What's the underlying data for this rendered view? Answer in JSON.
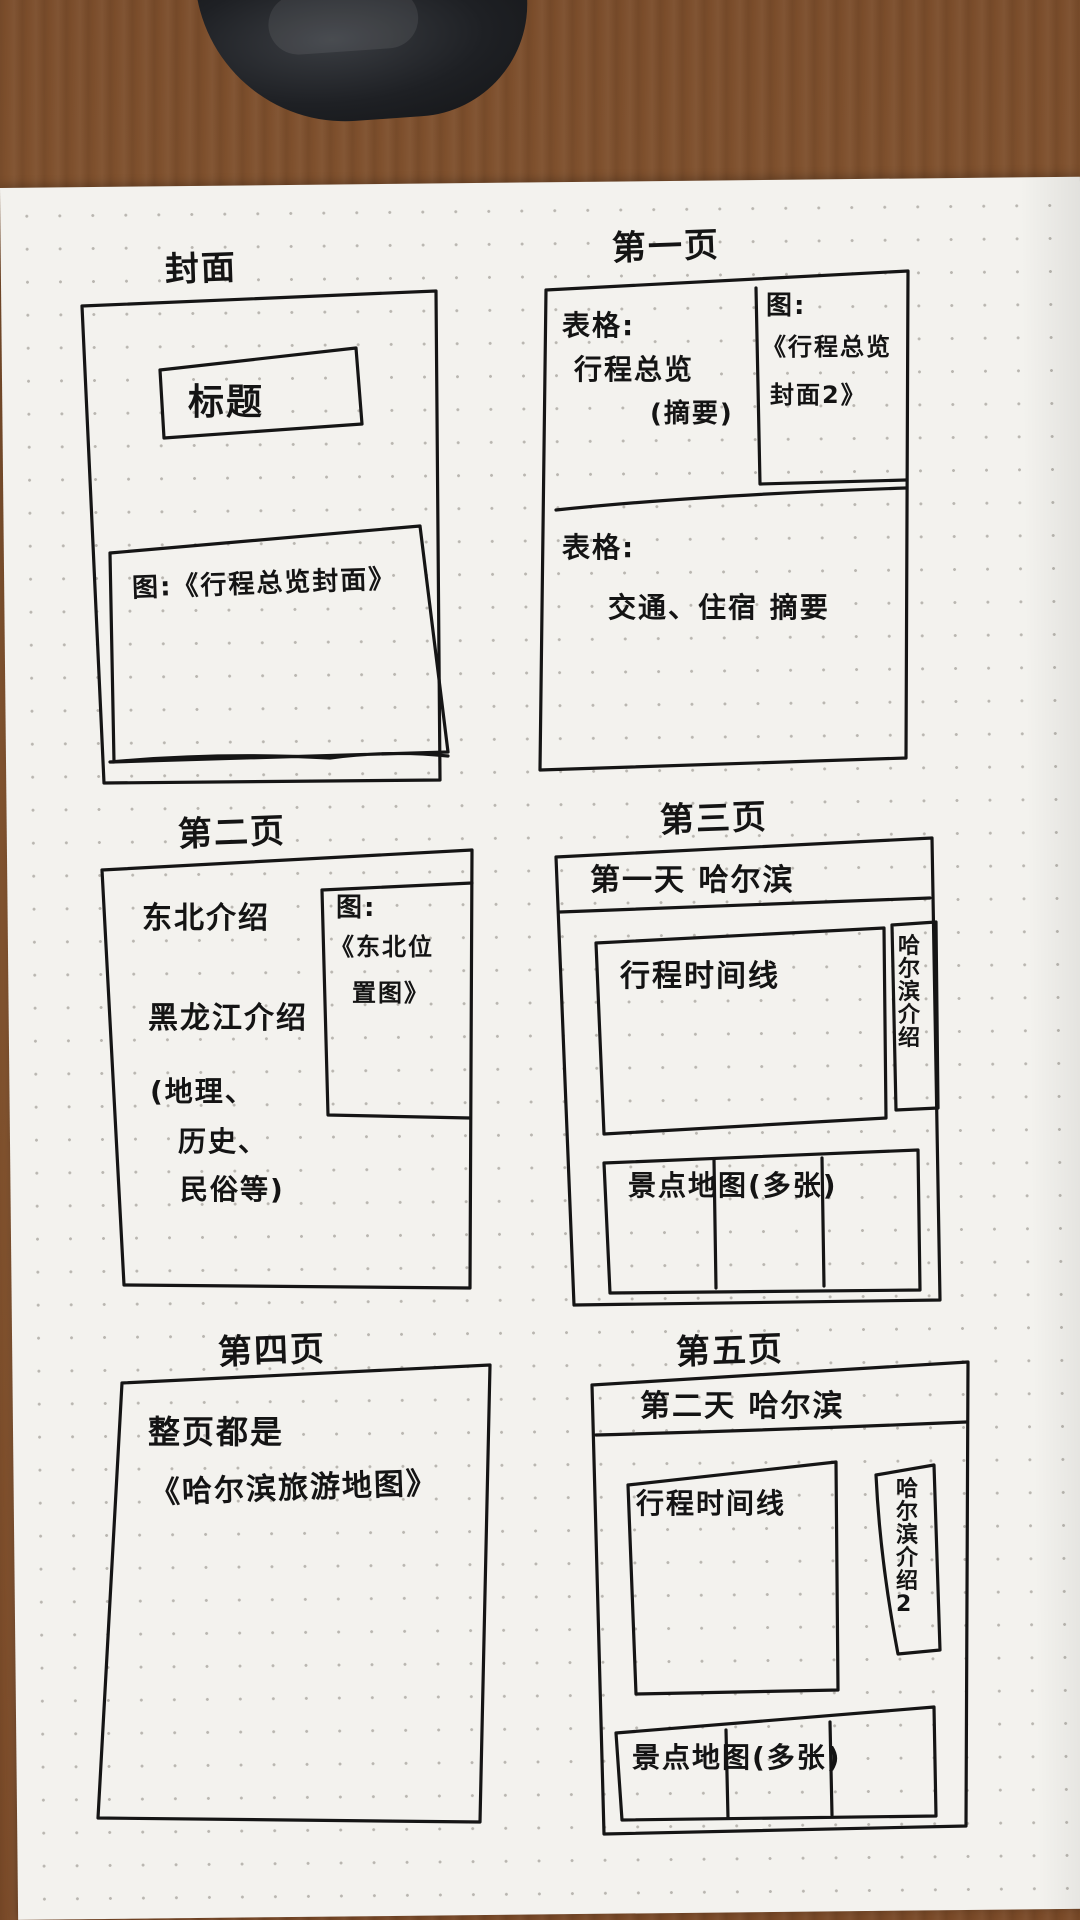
{
  "pages": [
    {
      "heading": "封面",
      "title_box": "标题",
      "image_box": "图:《行程总览封面》"
    },
    {
      "heading": "第一页",
      "table_top_label": "表格:",
      "table_top_text": "行程总览",
      "table_top_note": "(摘要)",
      "image_label": "图:",
      "image_name": "《行程总览",
      "image_name_2": "封面2》",
      "table_bottom_label": "表格:",
      "table_bottom_text": "交通、住宿 摘要"
    },
    {
      "heading": "第二页",
      "intro_1": "东北介绍",
      "intro_2": "黑龙江介绍",
      "intro_3": "(地理、",
      "intro_4": "历史、",
      "intro_5": "民俗等)",
      "image_label": "图:",
      "image_name": "《东北位",
      "image_name_2": "置图》"
    },
    {
      "heading": "第三页",
      "day_title": "第一天 哈尔滨",
      "timeline": "行程时间线",
      "side_intro": "哈尔滨介绍",
      "maps": "景点地图(多张)"
    },
    {
      "heading": "第四页",
      "text_1": "整页都是",
      "text_2": "《哈尔滨旅游地图》"
    },
    {
      "heading": "第五页",
      "day_title": "第二天 哈尔滨",
      "timeline": "行程时间线",
      "side_intro": "哈尔滨介绍2",
      "maps": "景点地图(多张)"
    }
  ]
}
